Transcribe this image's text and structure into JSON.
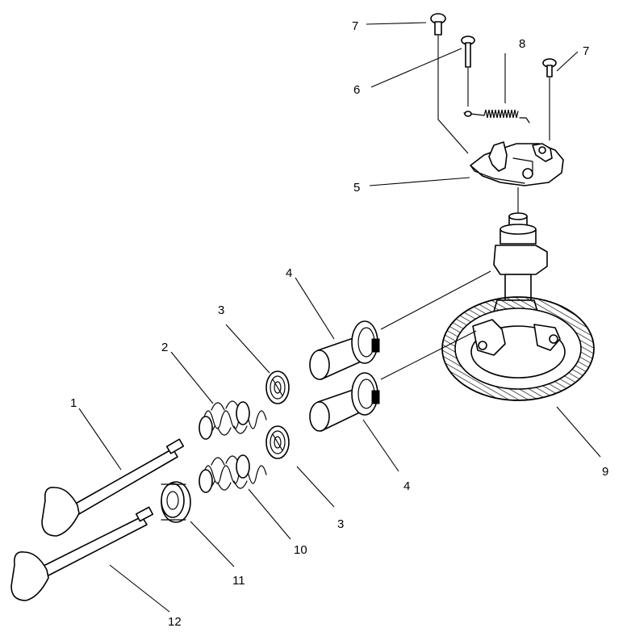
{
  "callouts": {
    "c1": "1",
    "c2": "2",
    "c3a": "3",
    "c3b": "3",
    "c4a": "4",
    "c4b": "4",
    "c5": "5",
    "c6": "6",
    "c7a": "7",
    "c7b": "7",
    "c8": "8",
    "c9": "9",
    "c10": "10",
    "c11": "11",
    "c12": "12"
  }
}
